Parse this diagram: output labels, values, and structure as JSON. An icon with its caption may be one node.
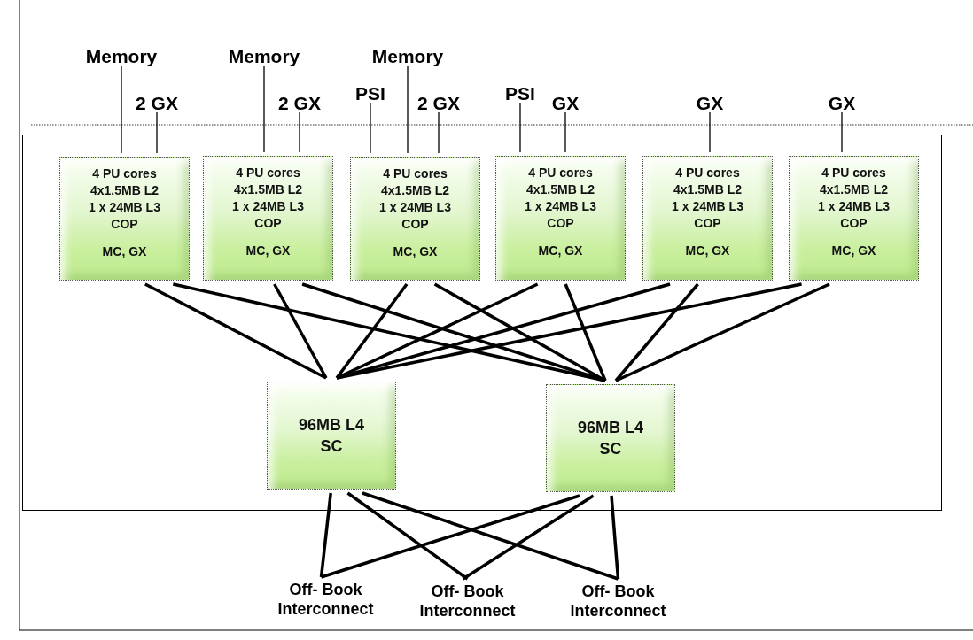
{
  "diagram": {
    "nodes": [
      {
        "text": [],
        "shape": "box"
      },
      {
        "text": [
          "4 PU cores 4x1.5MB L2 1 x 24MB L3 COP",
          "MC, GX"
        ],
        "in": 0
      },
      {
        "text": [
          "4 PU cores 4x1.5MB L2 1 x 24MB L3 COP",
          "MC, GX"
        ],
        "in": 0
      },
      {
        "text": [
          "4 PU cores 4x1.5MB L2 1 x 24MB L3 COP",
          "MC, GX"
        ],
        "in": 0
      },
      {
        "text": [
          "4 PU cores 4x1.5MB L2 1 x 24MB L3 COP",
          "MC, GX"
        ],
        "in": 0
      },
      {
        "text": [
          "4 PU cores 4x1.5MB L2 1 x 24MB L3 COP",
          "MC, GX"
        ],
        "in": 0
      },
      {
        "text": [
          "4 PU cores 4x1.5MB L2 1 x 24MB L3 COP",
          "MC, GX"
        ],
        "in": 0
      },
      {
        "text": [
          "96MB L4 SC"
        ],
        "in": 0
      },
      {
        "text": [
          "96MB L4 SC"
        ],
        "in": 0
      },
      {
        "text": [
          "Memory"
        ]
      },
      {
        "text": [
          "Memory"
        ]
      },
      {
        "text": [
          "Memory"
        ]
      },
      {
        "text": [
          "2 GX"
        ]
      },
      {
        "text": [
          "2 GX"
        ]
      },
      {
        "text": [
          "PSI"
        ]
      },
      {
        "text": [
          "2 GX"
        ]
      },
      {
        "text": [
          "PSI"
        ]
      },
      {
        "text": [
          "GX"
        ]
      },
      {
        "text": [
          "GX"
        ]
      },
      {
        "text": [
          "GX"
        ]
      },
      {
        "text": [
          "Off- Book Interconnect"
        ]
      },
      {
        "text": [
          "Off- Book Interconnect"
        ]
      },
      {
        "text": [
          "Off- Book Interconnect"
        ]
      }
    ],
    "edges": [
      {
        "from": 9,
        "to": 1,
        "arrow": "none"
      },
      {
        "from": 12,
        "to": 1,
        "arrow": "none"
      },
      {
        "from": 10,
        "to": 2,
        "arrow": "none"
      },
      {
        "from": 13,
        "to": 2,
        "arrow": "none"
      },
      {
        "from": 14,
        "to": 3,
        "arrow": "none"
      },
      {
        "from": 11,
        "to": 3,
        "arrow": "none"
      },
      {
        "from": 15,
        "to": 3,
        "arrow": "none"
      },
      {
        "from": 16,
        "to": 4,
        "arrow": "none"
      },
      {
        "from": 17,
        "to": 4,
        "arrow": "none"
      },
      {
        "from": 18,
        "to": 5,
        "arrow": "none"
      },
      {
        "from": 19,
        "to": 6,
        "arrow": "none"
      },
      {
        "from": 1,
        "to": 7,
        "arrow": "none"
      },
      {
        "from": 1,
        "to": 8,
        "arrow": "none"
      },
      {
        "from": 2,
        "to": 7,
        "arrow": "none"
      },
      {
        "from": 2,
        "to": 8,
        "arrow": "none"
      },
      {
        "from": 3,
        "to": 7,
        "arrow": "none"
      },
      {
        "from": 3,
        "to": 8,
        "arrow": "none"
      },
      {
        "from": 4,
        "to": 7,
        "arrow": "none"
      },
      {
        "from": 4,
        "to": 8,
        "arrow": "none"
      },
      {
        "from": 5,
        "to": 7,
        "arrow": "none"
      },
      {
        "from": 5,
        "to": 8,
        "arrow": "none"
      },
      {
        "from": 6,
        "to": 7,
        "arrow": "none"
      },
      {
        "from": 6,
        "to": 8,
        "arrow": "none"
      },
      {
        "from": 7,
        "to": 20,
        "arrow": "none"
      },
      {
        "from": 7,
        "to": 21,
        "arrow": "none"
      },
      {
        "from": 7,
        "to": 22,
        "arrow": "none"
      },
      {
        "from": 8,
        "to": 20,
        "arrow": "none"
      },
      {
        "from": 8,
        "to": 21,
        "arrow": "none"
      },
      {
        "from": 8,
        "to": 22,
        "arrow": "none"
      }
    ]
  }
}
